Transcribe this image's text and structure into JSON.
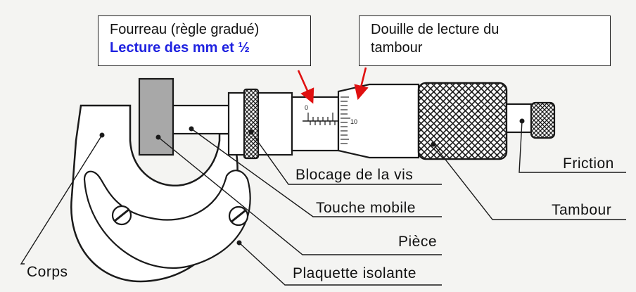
{
  "callouts": {
    "fourreau": {
      "line1": "Fourreau (règle gradué)",
      "line2": "Lecture des mm et ½"
    },
    "douille": {
      "line1": "Douille de lecture du",
      "line2": "tambour"
    }
  },
  "labels": {
    "blocage": "Blocage de la vis",
    "touche": "Touche mobile",
    "piece": "Pièce",
    "plaquette": "Plaquette isolante",
    "corps": "Corps",
    "friction": "Friction",
    "tambour": "Tambour"
  },
  "scale": {
    "sleeve_zero": "0",
    "thimble_ten": "10"
  },
  "colors": {
    "accent": "#1f22e0",
    "arrow": "#e01010",
    "piece": "#a8a8a8",
    "line": "#1a1a1a"
  }
}
